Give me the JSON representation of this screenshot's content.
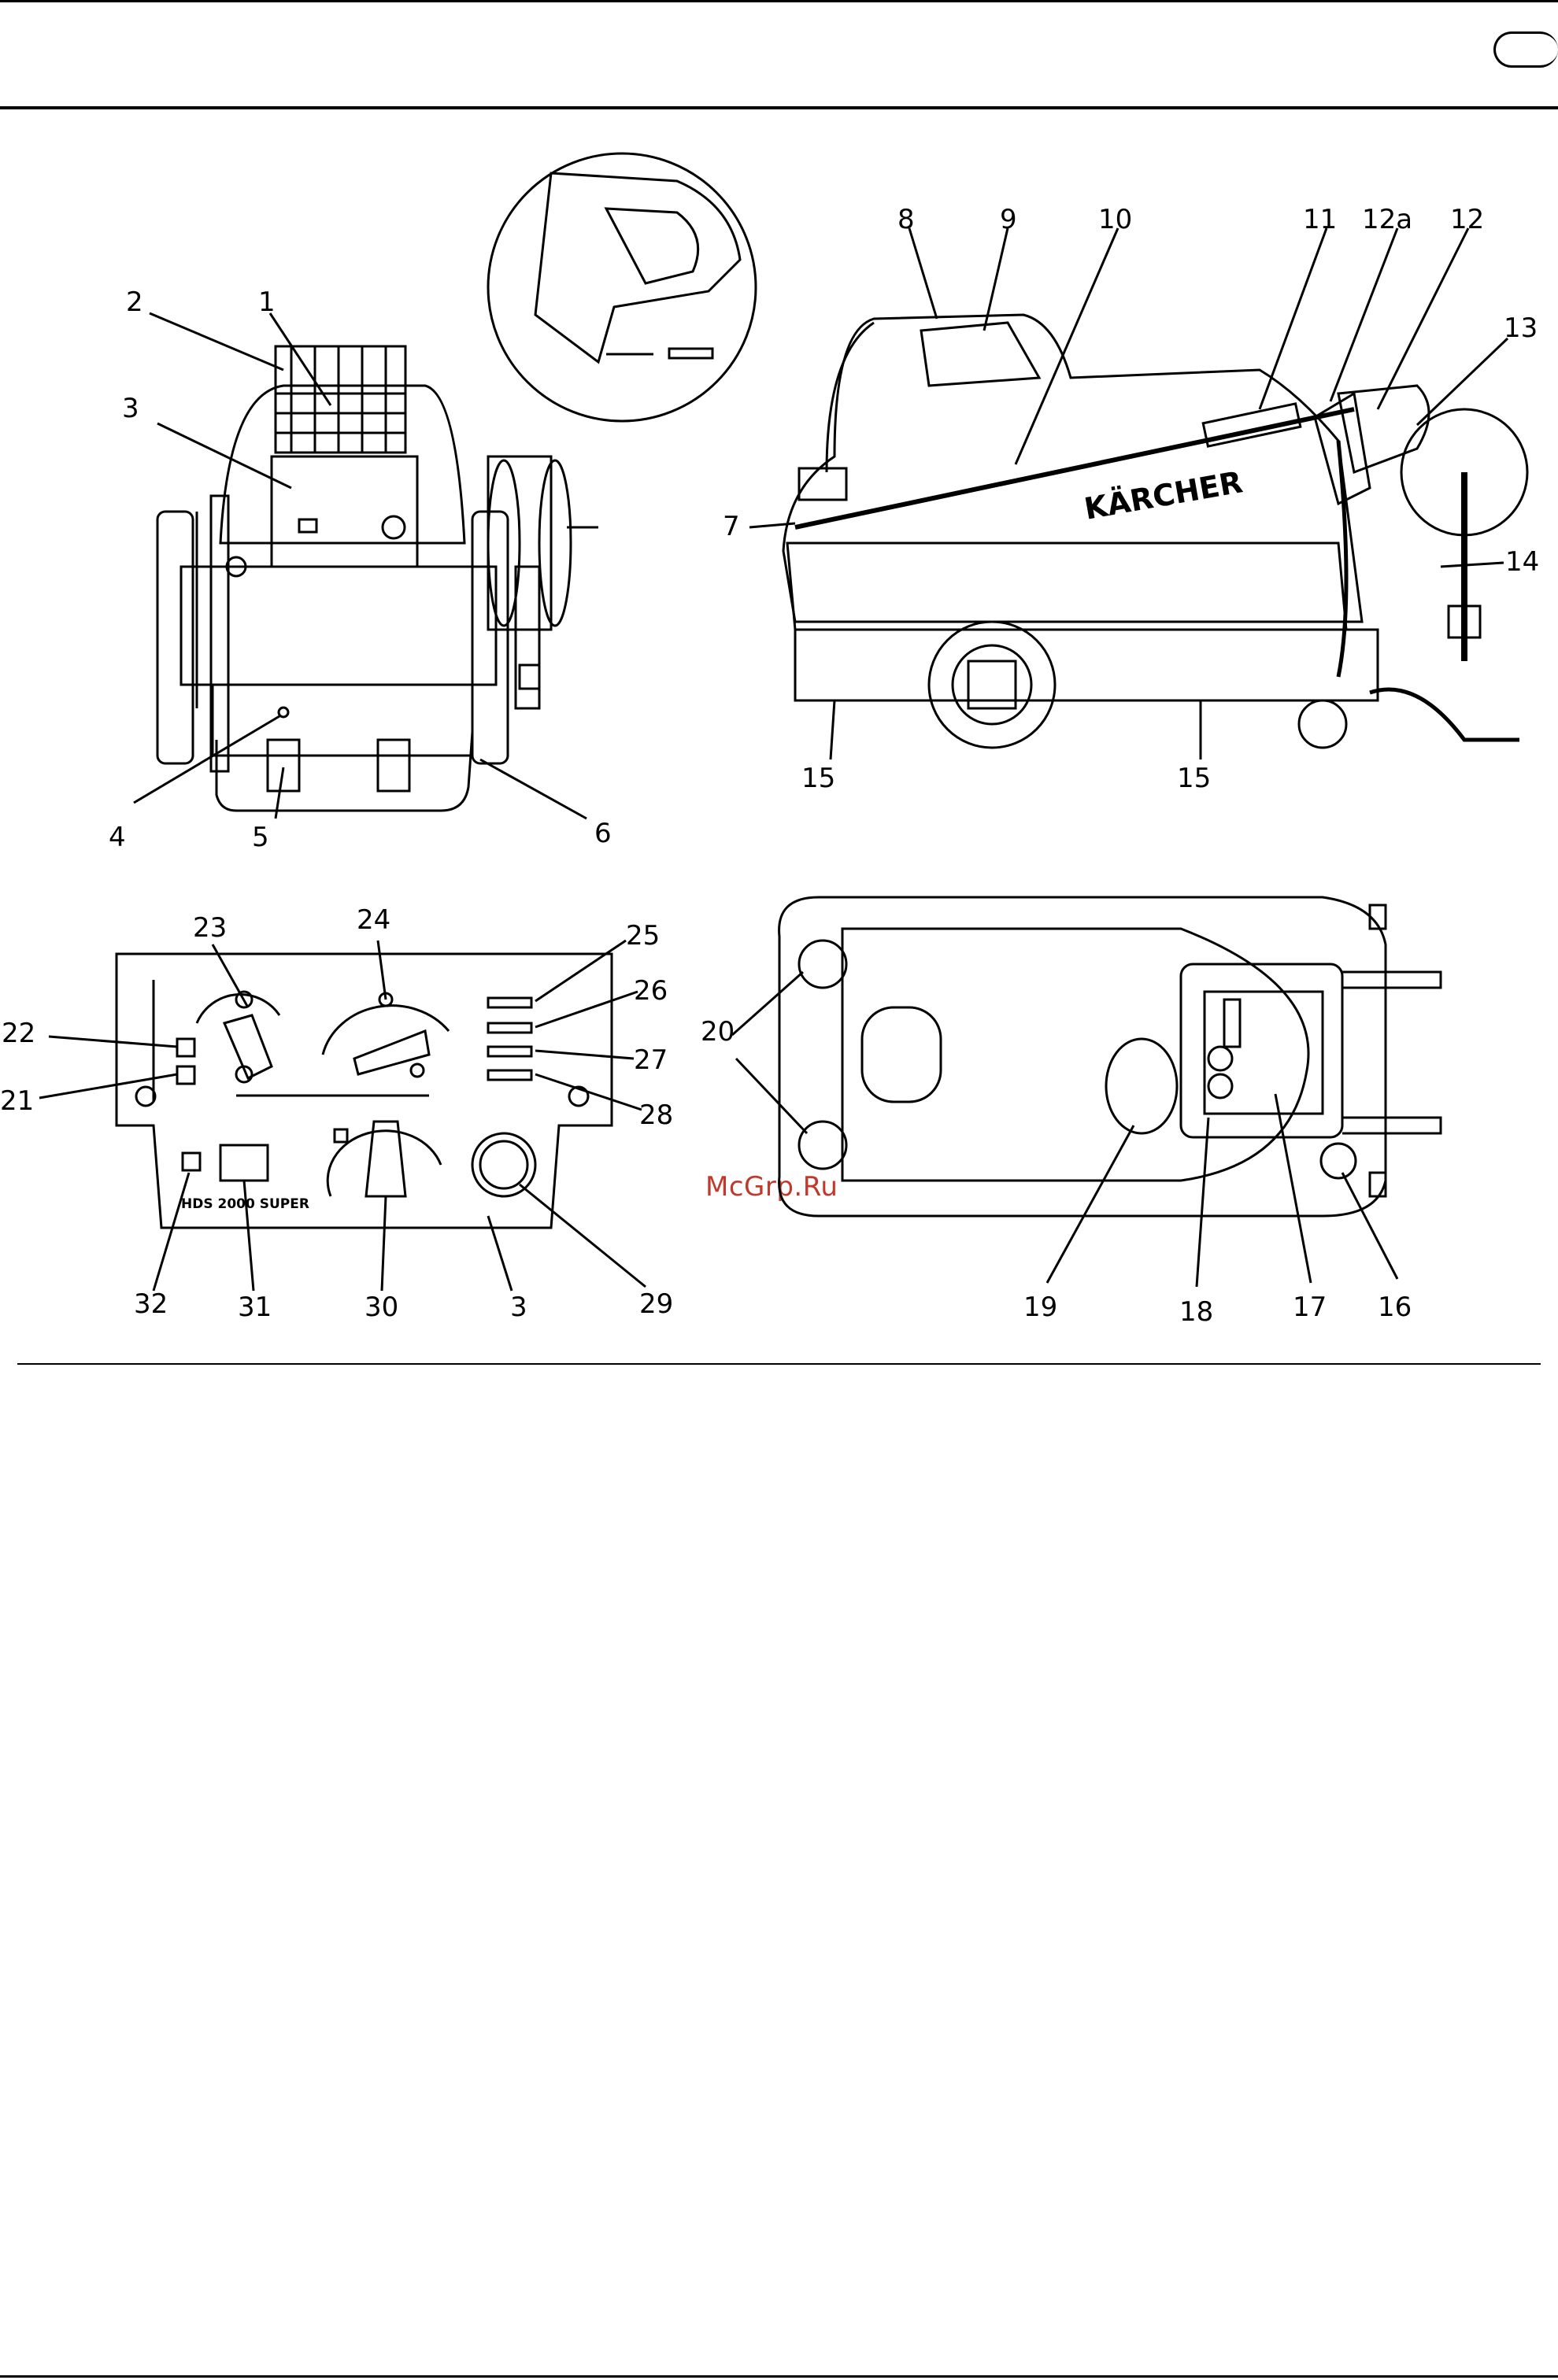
{
  "header": {
    "badge_label": ""
  },
  "watermark": "McGrp.Ru",
  "figure_front": {
    "labels": [
      "1",
      "2",
      "3",
      "4",
      "5",
      "6"
    ]
  },
  "figure_side": {
    "labels": [
      "7",
      "8",
      "9",
      "10",
      "11",
      "12a",
      "12",
      "13",
      "14",
      "15",
      "15"
    ],
    "brand": "KÄRCHER"
  },
  "figure_panel": {
    "labels": [
      "21",
      "22",
      "23",
      "24",
      "25",
      "26",
      "27",
      "28",
      "29",
      "3",
      "30",
      "31",
      "32"
    ],
    "model_text": "HDS 2000 SUPER"
  },
  "figure_top": {
    "labels": [
      "16",
      "17",
      "18",
      "19",
      "20"
    ]
  }
}
